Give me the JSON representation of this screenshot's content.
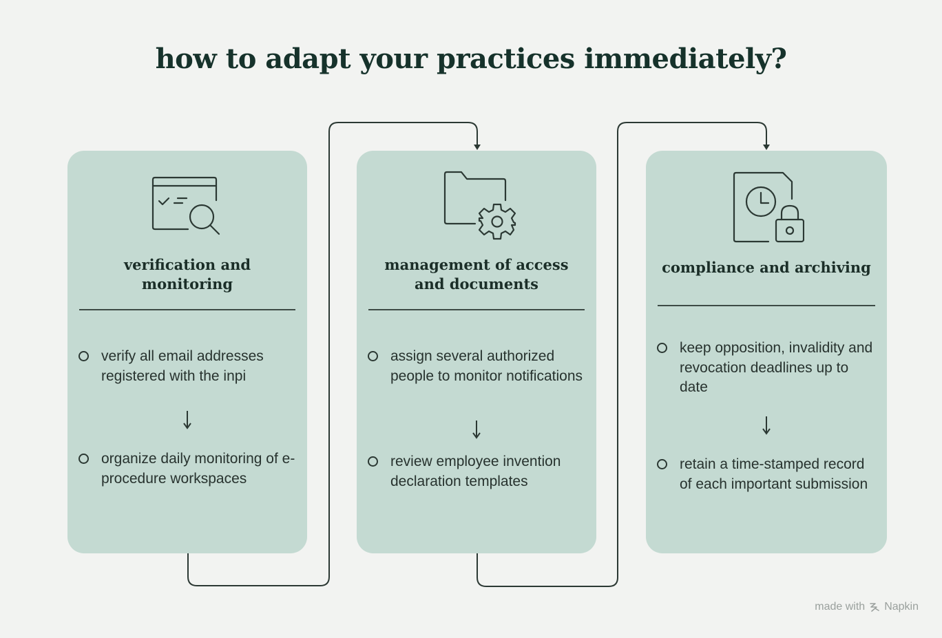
{
  "title": "how to adapt your practices immediately?",
  "cards": [
    {
      "icon": "calendar-checklist-search-icon",
      "heading": "verification and monitoring",
      "items": [
        "verify all email addresses registered with the inpi",
        "organize daily monitoring of e-procedure workspaces"
      ]
    },
    {
      "icon": "folder-gear-icon",
      "heading": "management of access and documents",
      "items": [
        "assign several authorized people to monitor notifications",
        "review employee invention declaration templates"
      ]
    },
    {
      "icon": "document-clock-lock-icon",
      "heading": "compliance and archiving",
      "items": [
        "keep opposition, invalidity and revocation deadlines up to date",
        "retain a time-stamped record of each important submission"
      ]
    }
  ],
  "credit": {
    "prefix": "made with",
    "brand": "Napkin",
    "icon": "napkin-logo-icon"
  },
  "colors": {
    "background": "#f2f3f1",
    "card": "#c4dad2",
    "title": "#16322b",
    "line": "#2b3833"
  }
}
